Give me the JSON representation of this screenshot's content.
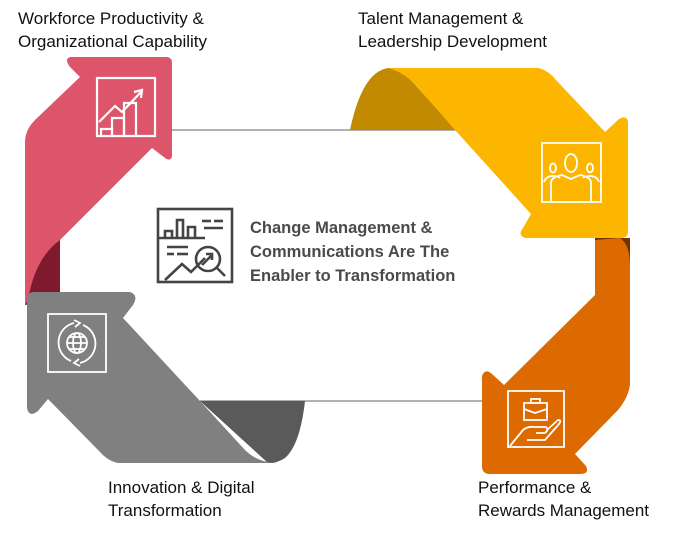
{
  "colors": {
    "red": "#dc556b",
    "red_dark": "#7e1a2e",
    "yellow": "#fdb600",
    "yellow_dark": "#c28a00",
    "orange": "#dd6a00",
    "orange_dark": "#6e3300",
    "gray": "#808080",
    "gray_dark": "#5a5a5a",
    "center_text": "#4a4a4a"
  },
  "center": {
    "icon": "analytics-magnifier-icon",
    "lines": [
      "Change Management &",
      "Communications Are The",
      "Enabler to Transformation"
    ]
  },
  "stages": [
    {
      "key": "workforce",
      "icon": "growth-chart-icon",
      "lines": [
        "Workforce Productivity &",
        "Organizational Capability"
      ]
    },
    {
      "key": "talent",
      "icon": "people-group-icon",
      "lines": [
        "Talent Management &",
        "Leadership Development"
      ]
    },
    {
      "key": "performance",
      "icon": "briefcase-hand-icon",
      "lines": [
        "Performance &",
        "Rewards Management"
      ]
    },
    {
      "key": "innovation",
      "icon": "globe-cycle-icon",
      "lines": [
        "Innovation & Digital",
        "Transformation"
      ]
    }
  ]
}
